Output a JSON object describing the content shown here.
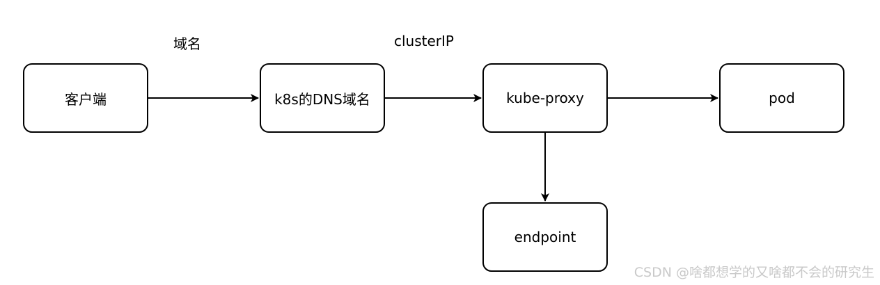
{
  "nodes": {
    "client": "客户端",
    "dns": "k8s的DNS域名",
    "kube_proxy": "kube-proxy",
    "pod": "pod",
    "endpoint": "endpoint"
  },
  "edge_labels": {
    "domain": "域名",
    "cluster_ip": "clusterIP"
  },
  "watermark": "CSDN @啥都想学的又啥都不会的研究生"
}
